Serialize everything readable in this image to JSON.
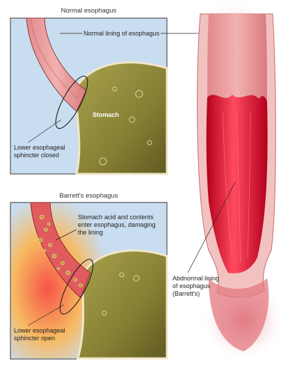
{
  "top_panel": {
    "title": "Normal esophagus",
    "label_normal_lining": "Normal lining of esophagus",
    "label_stomach": "Stomach",
    "label_sphincter": "Lower esophageal\nsphincter closed"
  },
  "bottom_panel": {
    "title": "Barrett's esophagus",
    "label_acid": "Stomach acid and contents\nenter esophagus, damaging\nthe lining",
    "label_sphincter": "Lower esophageal\nsphincter open"
  },
  "right_illustration": {
    "label_abnormal": "Abdnormal lining\nof esophagus\n(Barrett's)"
  },
  "colors": {
    "panel_bg": "#c9ddf0",
    "esophagus_pink": "#e79a9a",
    "stomach_olive": "#8f8a3c",
    "barretts_red": "#d8152e",
    "outline": "#222222"
  }
}
